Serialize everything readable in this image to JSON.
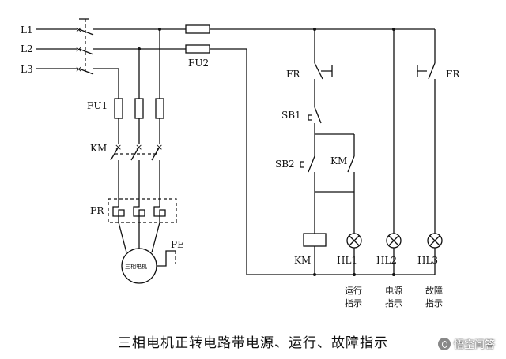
{
  "labels": {
    "L1": "L1",
    "L2": "L2",
    "L3": "L3",
    "FU1": "FU1",
    "FU2": "FU2",
    "KM_main": "KM",
    "FR_main": "FR",
    "motor": "三相电机",
    "PE": "PE",
    "FR_left": "FR",
    "SB1": "SB1",
    "SB2": "SB2",
    "KM_aux": "KM",
    "FR_right": "FR",
    "KM_coil": "KM",
    "HL1": "HL1",
    "HL2": "HL2",
    "HL3": "HL3",
    "hl1_desc_1": "运行",
    "hl1_desc_2": "指示",
    "hl2_desc_1": "电源",
    "hl2_desc_2": "指示",
    "hl3_desc_1": "故障",
    "hl3_desc_2": "指示"
  },
  "caption": "三相电机正转电路带电源、运行、故障指示",
  "watermark": "悟空问答"
}
